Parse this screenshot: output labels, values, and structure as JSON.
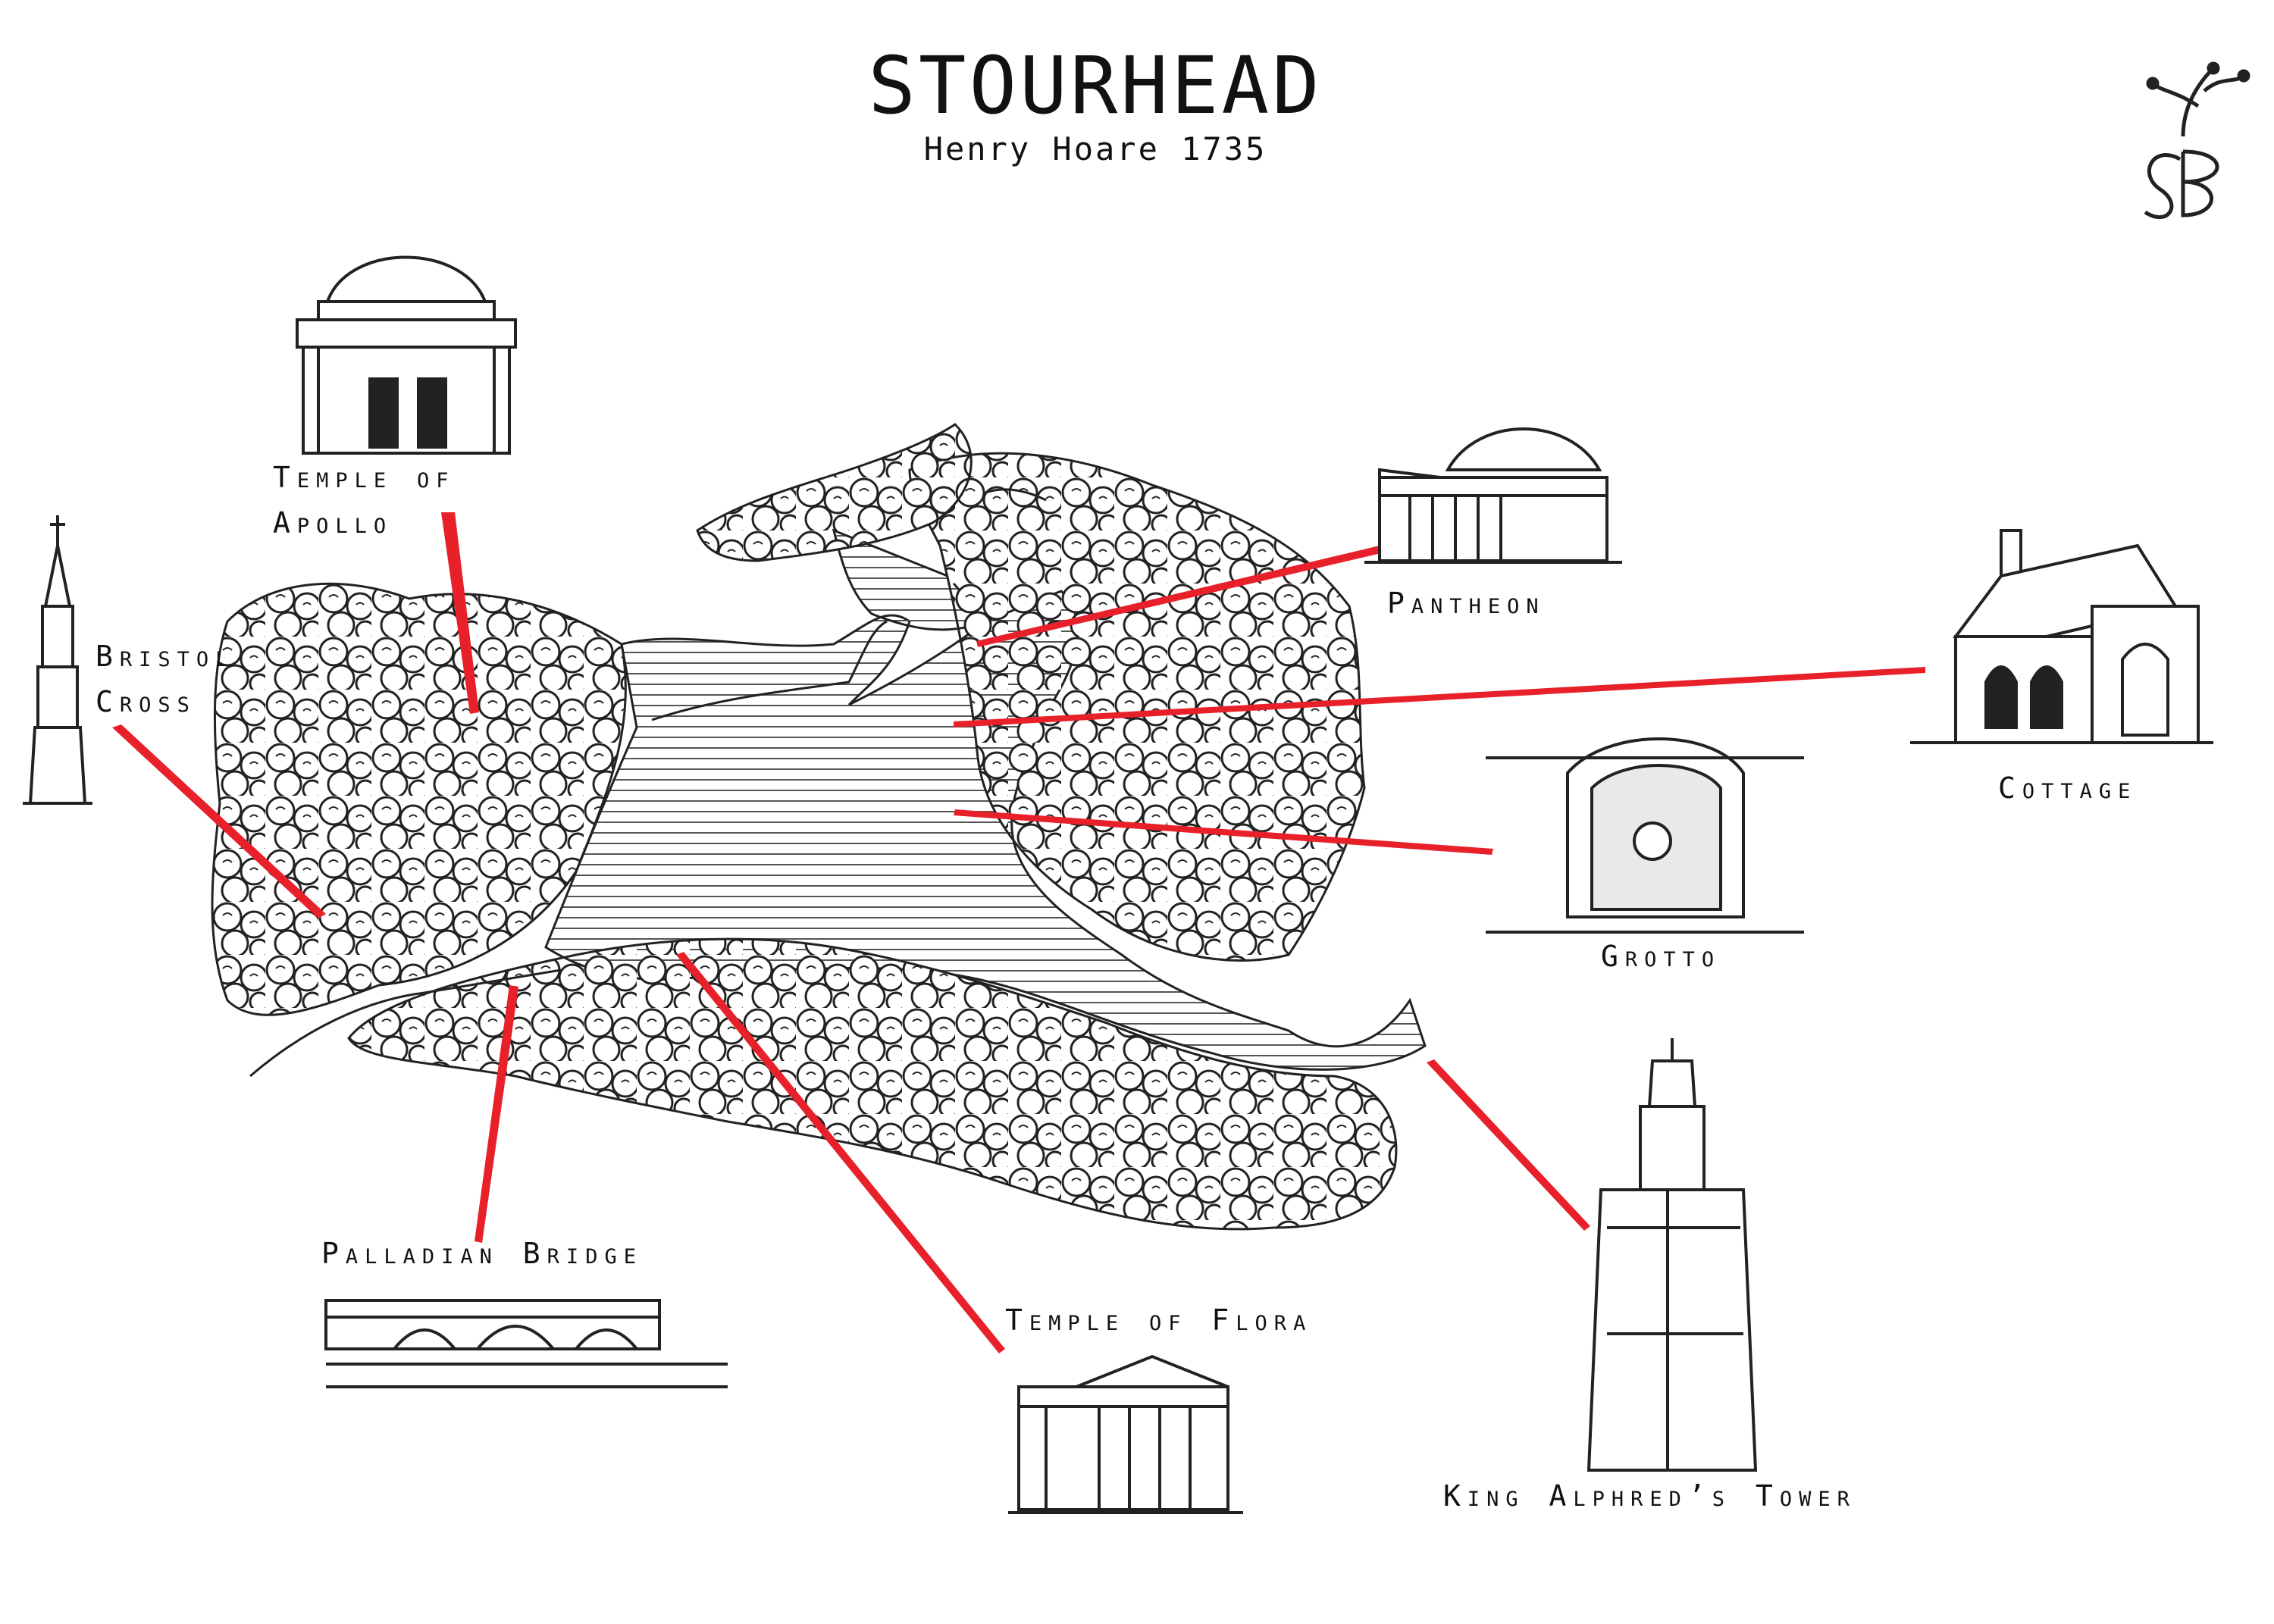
{
  "map": {
    "title": "STOURHEAD",
    "subtitle": "Henry Hoare 1735",
    "logo_text": "SB",
    "accent_color": "#e8202a",
    "ink_color": "#1a1a1a",
    "landmarks": [
      {
        "id": "apollo",
        "line1": "Temple of",
        "line2": "Apollo"
      },
      {
        "id": "bristol",
        "line1": "Bristol",
        "line2": "Cross"
      },
      {
        "id": "pantheon",
        "line1": "Pantheon"
      },
      {
        "id": "cottage",
        "line1": "Cottage"
      },
      {
        "id": "grotto",
        "line1": "Grotto"
      },
      {
        "id": "palladian",
        "line1": "Palladian Bridge"
      },
      {
        "id": "flora",
        "line1": "Temple of Flora"
      },
      {
        "id": "alphred",
        "line1": "King Alphred’s Tower"
      }
    ]
  }
}
